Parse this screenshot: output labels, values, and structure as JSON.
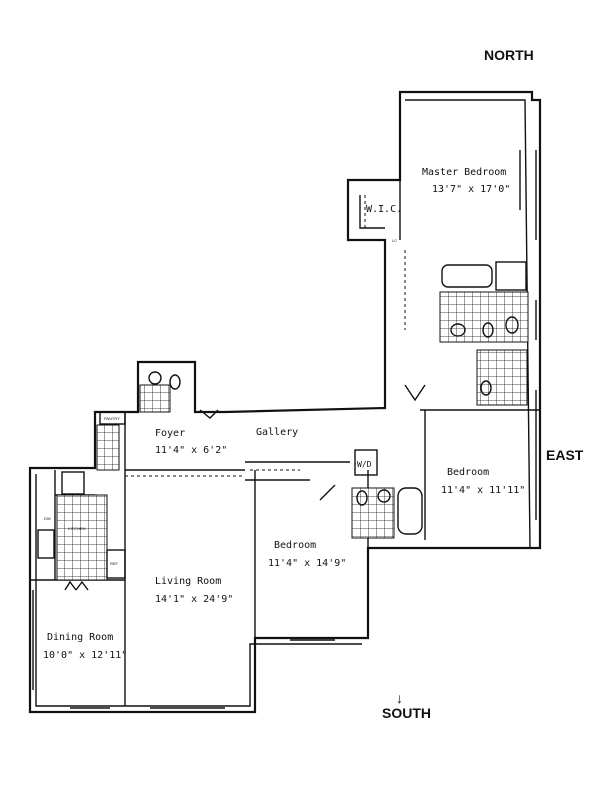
{
  "compass": {
    "north": "NORTH",
    "east": "EAST",
    "south": "SOUTH",
    "south_arrow": "↓"
  },
  "rooms": [
    {
      "name": "Master Bedroom",
      "size": "13'7\" x 17'0\""
    },
    {
      "name": "Bedroom",
      "size": "11'4\" x 11'11\""
    },
    {
      "name": "Bedroom",
      "size": "11'4\" x 14'9\""
    },
    {
      "name": "Living Room",
      "size": "14'1\" x 24'9\""
    },
    {
      "name": "Dining Room",
      "size": "10'0\" x 12'11\""
    },
    {
      "name": "Foyer",
      "size": "11'4\" x 6'2\""
    },
    {
      "name": "Gallery"
    }
  ],
  "small_labels": {
    "wic": "W.I.C.",
    "wd": "W/D",
    "lc": "LC",
    "pantry": "PANTRY",
    "dw": "DW",
    "kitchen": "KITCHEN",
    "ref": "REF"
  }
}
